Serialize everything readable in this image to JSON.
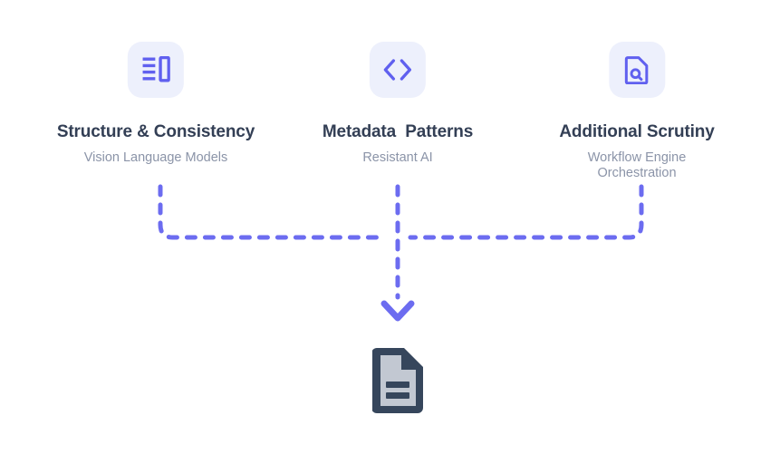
{
  "diagram": {
    "type": "convergence-flow",
    "background_color": "#ffffff",
    "accent_color": "#6c6cf0",
    "tile_color": "#edf0fc",
    "title_color": "#333f55",
    "subtitle_color": "#8b94a8",
    "output_dark_color": "#36465c",
    "output_light_color": "#c2c8d2"
  },
  "nodes": [
    {
      "icon": "text-columns-icon",
      "title": "Structure & Consistency",
      "subtitle": "Vision Language Models"
    },
    {
      "icon": "code-brackets-icon",
      "title": "Metadata  Patterns",
      "subtitle": "Resistant AI"
    },
    {
      "icon": "file-search-icon",
      "title": "Additional Scrutiny",
      "subtitle": "Workflow Engine Orchestration"
    }
  ],
  "connector": {
    "style": "dashed",
    "color": "#6c6cf0",
    "arrow": "down-arrow-icon"
  },
  "output": {
    "icon": "document-icon",
    "label": ""
  }
}
